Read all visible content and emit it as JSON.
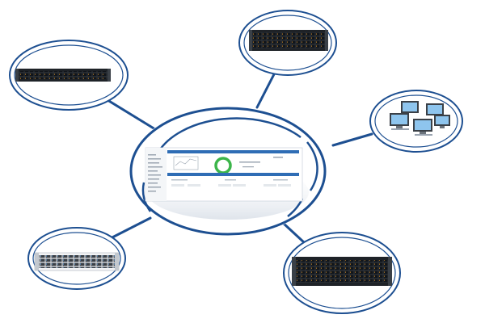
{
  "diagram": {
    "type": "hub-and-spoke",
    "center_node": "management-software-screenshot",
    "satellite_nodes": [
      "rack-server-1u-top-left",
      "rack-server-2u-top",
      "client-workstations-right",
      "rack-server-2u-bottom-left",
      "rack-server-3u-bottom-right"
    ]
  },
  "colors": {
    "ring": "#1d4f91",
    "panel_header": "#2f6db5",
    "donut": "#3cb54a",
    "server_dark": "#1e2227",
    "server_light": "#f2f3f5",
    "screen_blue": "#8ec5ee"
  }
}
